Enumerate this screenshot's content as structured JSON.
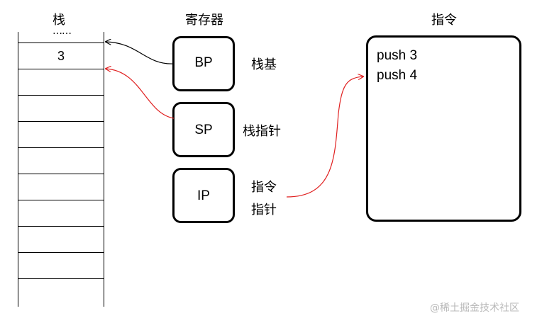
{
  "stack": {
    "title": "栈",
    "ellipsis": "……",
    "cells": [
      "3",
      "",
      "",
      "",
      "",
      "",
      "",
      "",
      "",
      ""
    ]
  },
  "registers": {
    "title": "寄存器",
    "items": [
      {
        "name": "BP",
        "note_lines": [
          "栈基"
        ]
      },
      {
        "name": "SP",
        "note_lines": [
          "栈指针"
        ]
      },
      {
        "name": "IP",
        "note_lines": [
          "指令",
          "指针"
        ]
      }
    ]
  },
  "instructions": {
    "title": "指令",
    "lines": [
      "push 3",
      "push 4"
    ]
  },
  "colors": {
    "black_arrow": "#000000",
    "red_arrow": "#e02020"
  },
  "watermark": "@稀土掘金技术社区"
}
